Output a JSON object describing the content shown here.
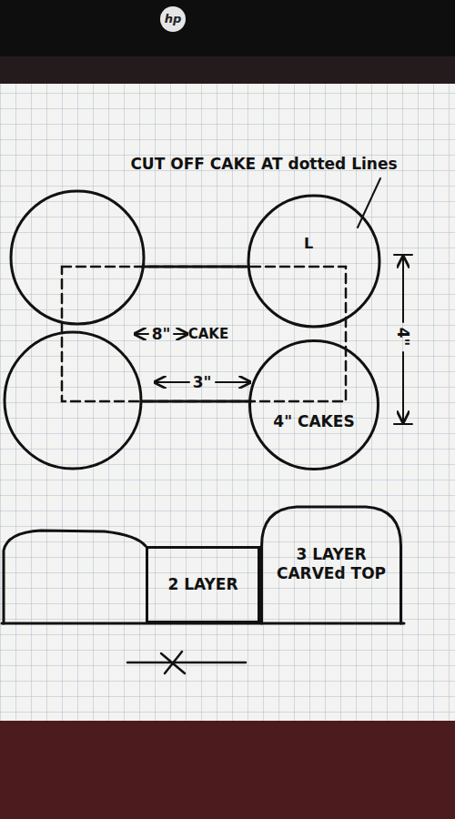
{
  "diagram": {
    "nodes": [
      {
        "text": [
          "4\" CAKES"
        ]
      },
      {
        "text": [
          "2 LAYER"
        ]
      },
      {
        "text": [
          "3 LAYER CARVEd TOP"
        ]
      }
    ],
    "labels": [
      "hp",
      "CUT OFF CAKE AT dotted Lines",
      "L",
      "4\"",
      "8\"",
      "CAKE",
      "3\""
    ]
  }
}
